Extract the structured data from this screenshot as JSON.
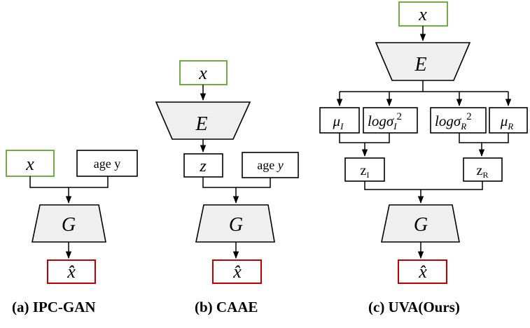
{
  "panels": {
    "a": {
      "caption": "(a) IPC-GAN",
      "input_x": "x",
      "input_age": "age y",
      "generator": "G",
      "output": "x̂"
    },
    "b": {
      "caption": "(b) CAAE",
      "input_x": "x",
      "encoder": "E",
      "latent_z": "z",
      "input_age_prefix": "age ",
      "input_age_var": "y",
      "generator": "G",
      "output": "x̂"
    },
    "c": {
      "caption": "(c) UVA(Ours)",
      "input_x": "x",
      "encoder": "E",
      "mu_i": {
        "base": "μ",
        "sub": "I"
      },
      "logsigma_i": {
        "base": "logσ",
        "sub": "I",
        "sup": "2"
      },
      "logsigma_r": {
        "base": "logσ",
        "sub": "R",
        "sup": "2"
      },
      "mu_r": {
        "base": "μ",
        "sub": "R"
      },
      "z_i": {
        "base": "z",
        "sub": "I"
      },
      "z_r": {
        "base": "z",
        "sub": "R"
      },
      "generator": "G",
      "output": "x̂"
    }
  },
  "colors": {
    "input_border": "#70ad47",
    "output_border": "#c00000",
    "node_border": "#000000",
    "trapezoid_fill": "#efefef"
  }
}
